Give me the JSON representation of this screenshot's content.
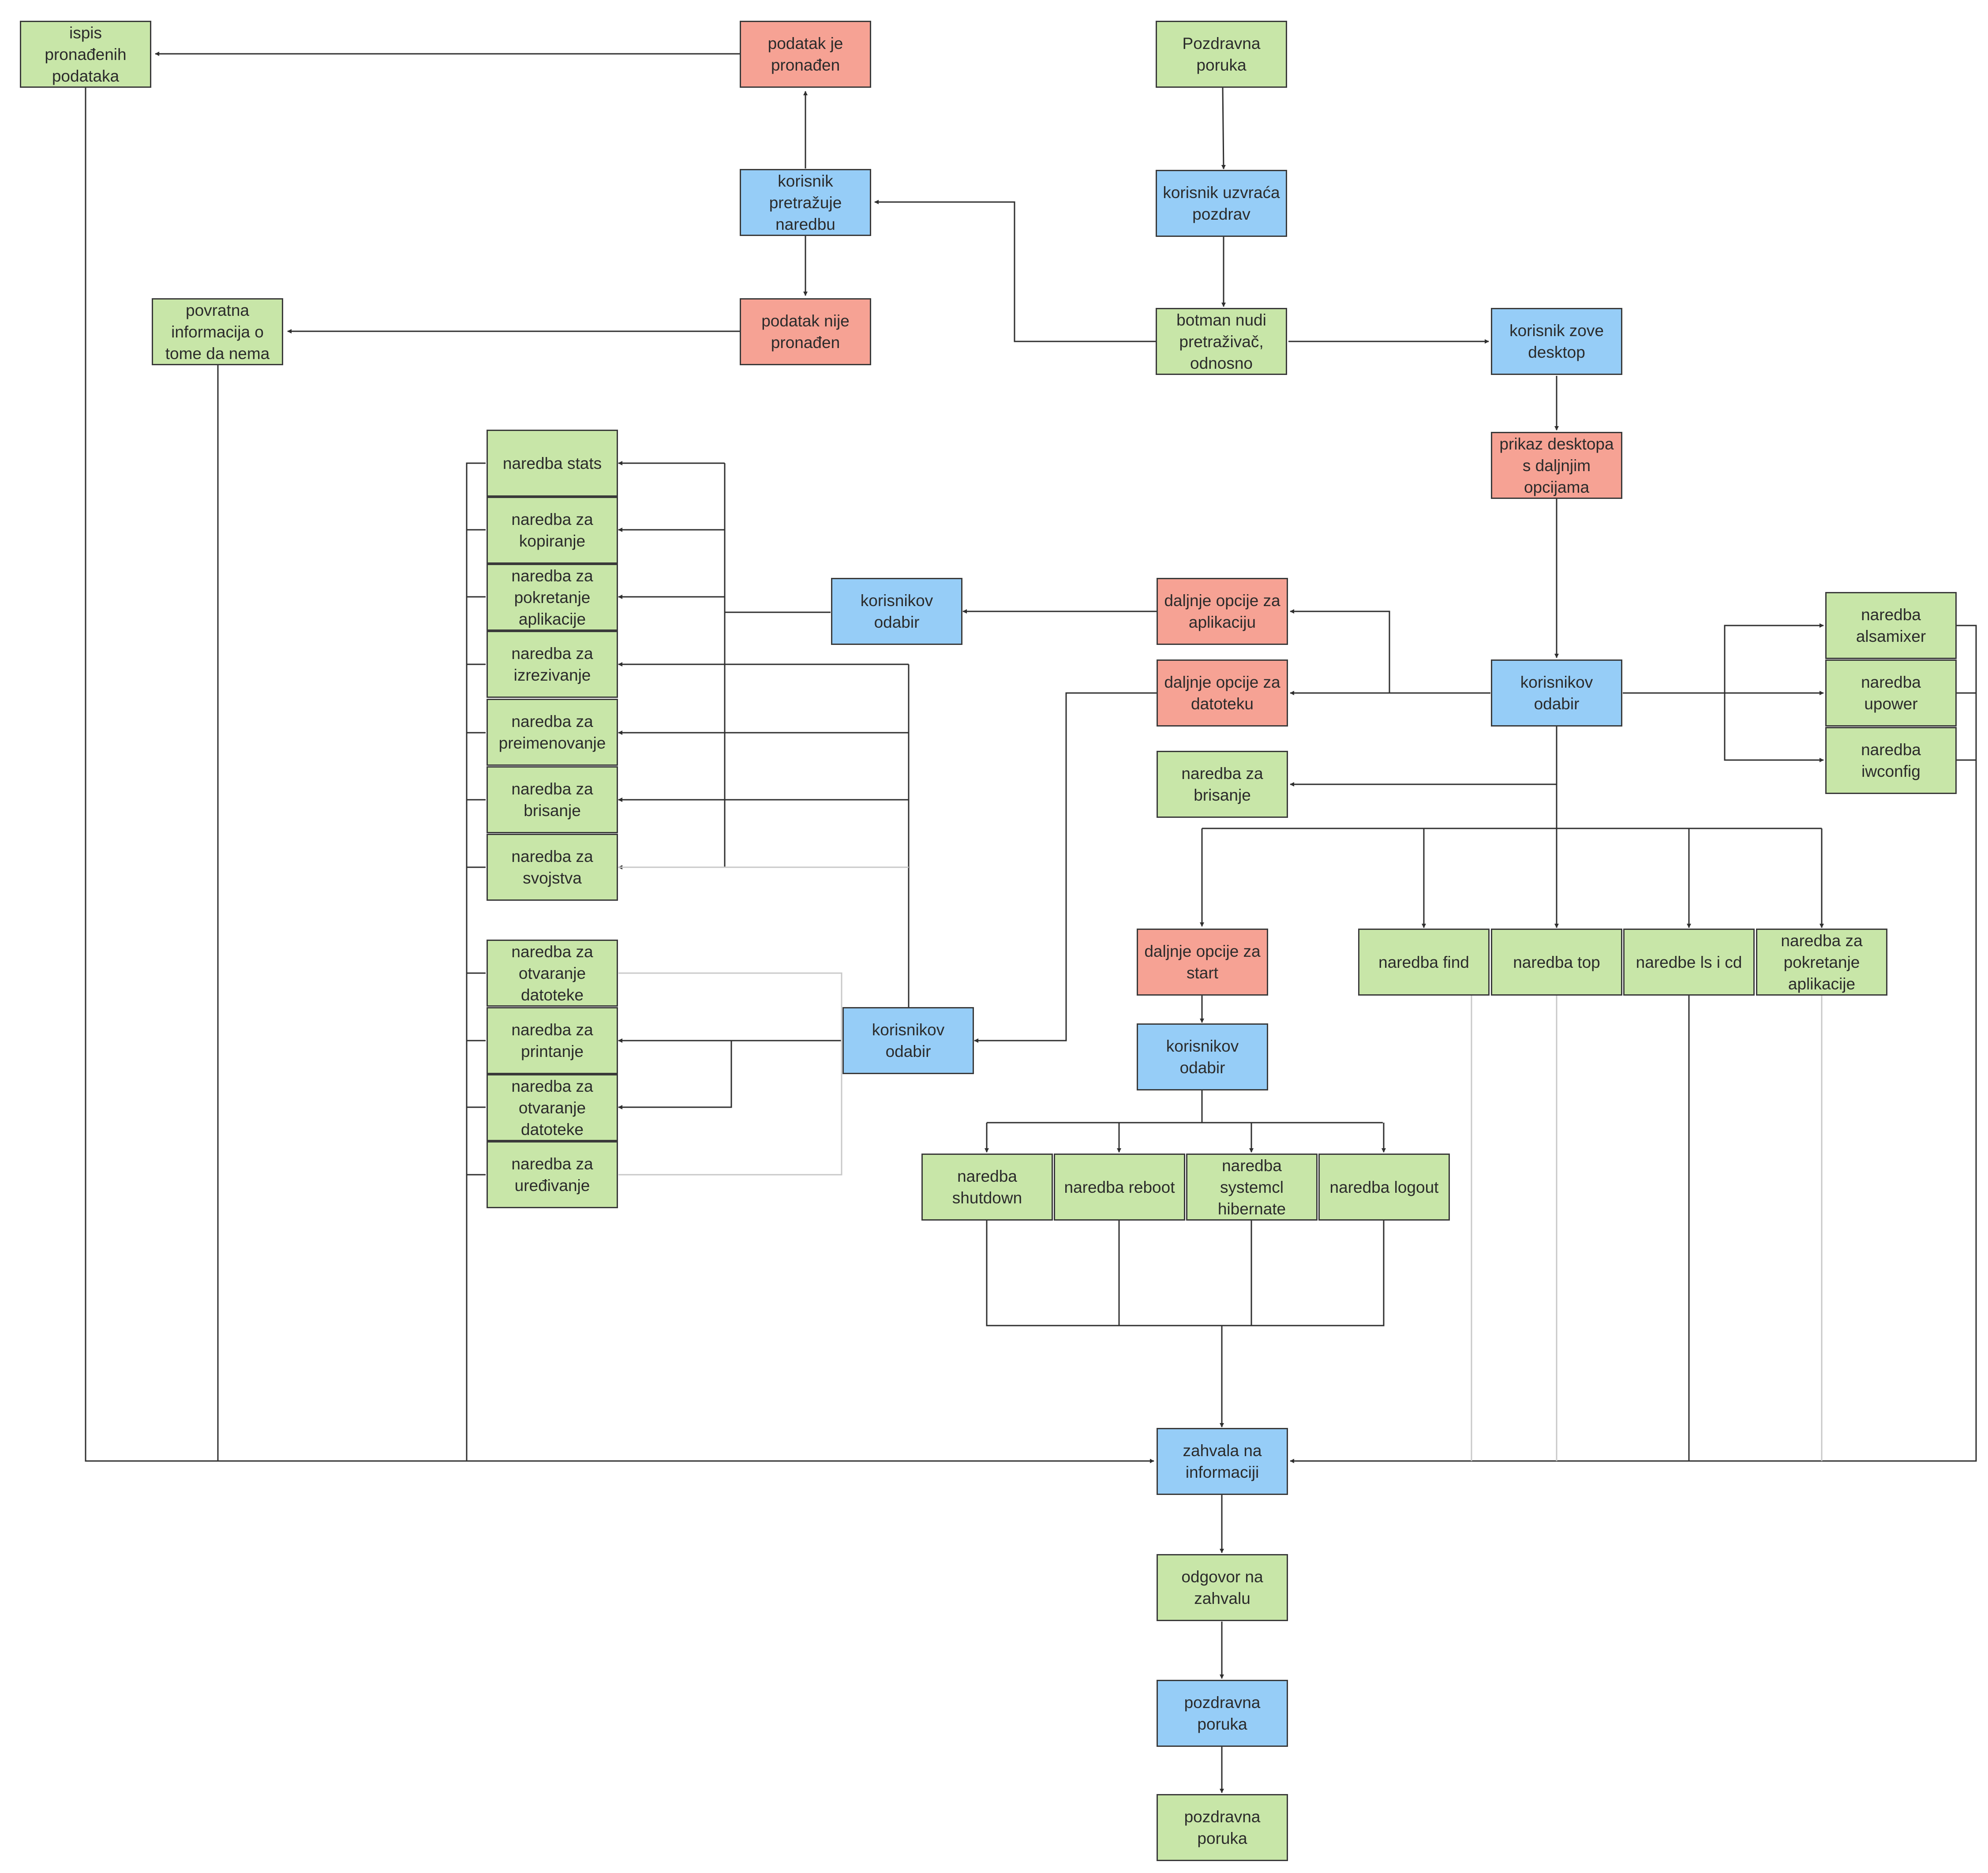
{
  "colors": {
    "action": "#c8e6a8",
    "user": "#96cdf7",
    "system": "#f6a294",
    "line": "#2f2f2f",
    "faint_line": "#c8c8c8"
  },
  "nodes": {
    "ispis_podataka": "ispis\npronađenih\npodataka",
    "podatak_pronaden": "podatak je\npronađen",
    "pozdravna_poruka_top": "Pozdravna\nporuka",
    "korisnik_pretrazuje": "korisnik\npretražuje\nnaredbu",
    "korisnik_uzvraca": "korisnik uzvraća\npozdrav",
    "povratna_informacija": "povratna\ninformacija o\ntome da nema",
    "podatak_nije_pronaden": "podatak nije\npronađen",
    "botman_nudi": "botman nudi\npretraživač,\nodnosno",
    "korisnik_zove_desktop": "korisnik zove\ndesktop",
    "prikaz_desktopa": "prikaz desktopa\ns daljnjim\nopcijama",
    "naredba_stats": "naredba stats",
    "naredba_kopiranje": "naredba za\nkopiranje",
    "naredba_pokretanje_left": "naredba za\npokretanje\naplikacije",
    "naredba_izrezivanje": "naredba za\nizrezivanje",
    "naredba_preimenovanje": "naredba za\npreimenovanje",
    "naredba_brisanje_left": "naredba za\nbrisanje",
    "naredba_svojstva": "naredba za\nsvojstva",
    "korisnikov_odabir_1": "korisnikov\nodabir",
    "daljnje_aplikacija": "daljnje opcije za\naplikaciju",
    "daljnje_datoteka": "daljnje opcije za\ndatoteku",
    "korisnikov_odabir_main": "korisnikov\nodabir",
    "naredba_brisanje_mid": "naredba za\nbrisanje",
    "naredba_alsamixer": "naredba\nalsamixer",
    "naredba_upower": "naredba\nupower",
    "naredba_iwconfig": "naredba\niwconfig",
    "daljnje_start": "daljnje opcije za\nstart",
    "naredba_find": "naredba find",
    "naredba_top": "naredba top",
    "naredbe_ls_cd": "naredbe ls i cd",
    "naredba_pokretanje_right": "naredba za\npokretanje\naplikacije",
    "naredba_otvaranje_1": "naredba za\notvaranje\ndatoteke",
    "naredba_printanje": "naredba za\nprintanje",
    "naredba_otvaranje_2": "naredba za\notvaranje\ndatoteke",
    "naredba_uredivanje": "naredba za\nuređivanje",
    "korisnikov_odabir_2": "korisnikov\nodabir",
    "korisnikov_odabir_3": "korisnikov\nodabir",
    "naredba_shutdown": "naredba\nshutdown",
    "naredba_reboot": "naredba reboot",
    "naredba_hibernate": "naredba\nsystemcl\nhibernate",
    "naredba_logout": "naredba logout",
    "zahvala": "zahvala na\ninformaciji",
    "odgovor_zahvala": "odgovor na\nzahvalu",
    "pozdravna_poruka_blue": "pozdravna\nporuka",
    "pozdravna_poruka_end": "pozdravna\nporuka"
  }
}
